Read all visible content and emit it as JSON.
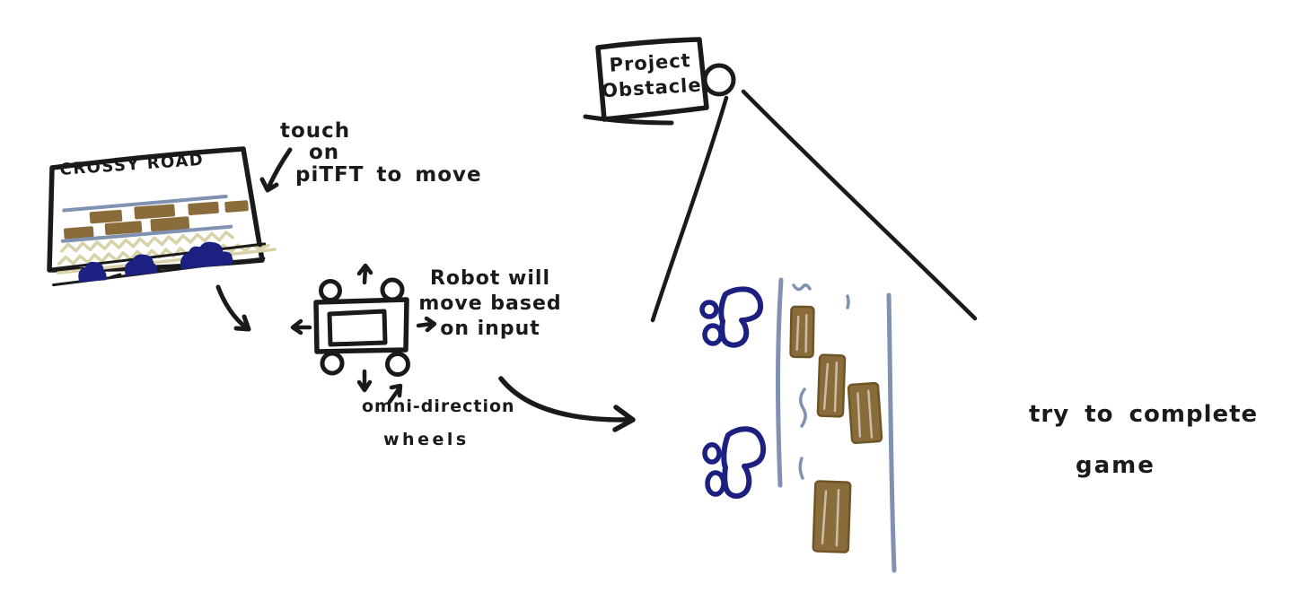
{
  "colors": {
    "ink": "#1a1a1a",
    "navy": "#1c2080",
    "brown": "#8a6b3a",
    "brown_dark": "#6e5527",
    "road_line": "#8191b2",
    "tan": "#d8d2a9",
    "paper": "#ffffff"
  },
  "labels": {
    "screen_title": "CROSSY ROAD",
    "touch_note": {
      "line1": "touch",
      "line2": "on",
      "line3": "piTFT to move"
    },
    "robot_note": {
      "line1": "Robot will",
      "line2": "move based",
      "line3": "on input"
    },
    "wheels_note": {
      "line1": "omni-direction",
      "line2": "wheels"
    },
    "project_title": {
      "line1": "Project",
      "line2": "Obstacle"
    },
    "goal_note": {
      "line1": "try to complete",
      "line2": "game"
    }
  }
}
